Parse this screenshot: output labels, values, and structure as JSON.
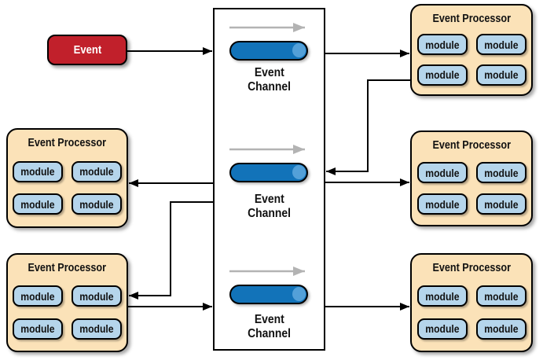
{
  "diagram": {
    "event": {
      "label": "Event"
    },
    "channels": [
      {
        "id": "top",
        "line1": "Event",
        "line2": "Channel"
      },
      {
        "id": "middle",
        "line1": "Event",
        "line2": "Channel"
      },
      {
        "id": "bottom",
        "line1": "Event",
        "line2": "Channel"
      }
    ],
    "processors": [
      {
        "id": "top-right",
        "title": "Event Processor",
        "modules": [
          "module",
          "module",
          "module",
          "module"
        ]
      },
      {
        "id": "middle-left",
        "title": "Event Processor",
        "modules": [
          "module",
          "module",
          "module",
          "module"
        ]
      },
      {
        "id": "middle-right",
        "title": "Event Processor",
        "modules": [
          "module",
          "module",
          "module",
          "module"
        ]
      },
      {
        "id": "bottom-left",
        "title": "Event Processor",
        "modules": [
          "module",
          "module",
          "module",
          "module"
        ]
      },
      {
        "id": "bottom-right",
        "title": "Event Processor",
        "modules": [
          "module",
          "module",
          "module",
          "module"
        ]
      }
    ],
    "colors": {
      "event_fill": "#c1202b",
      "processor_fill": "#fbe2b8",
      "module_fill": "#b5d5eb",
      "channel_cylinder_fill": "#1273b9",
      "channel_cylinder_cap": "#53a0d8",
      "flow_arrow_gray": "#b3b3b3",
      "connector_black": "#000000"
    }
  }
}
